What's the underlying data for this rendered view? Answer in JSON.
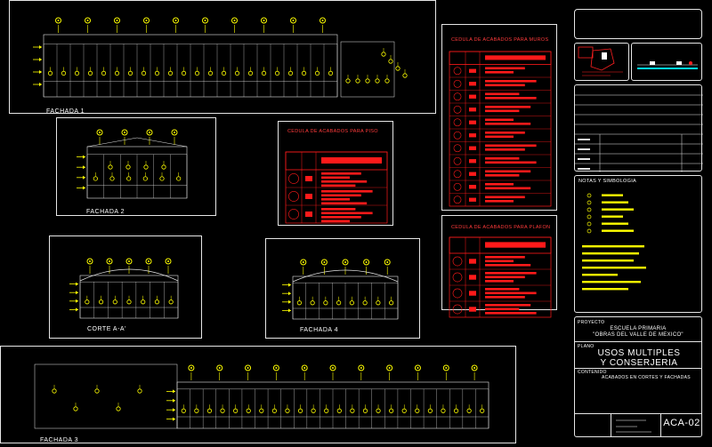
{
  "drawing": {
    "views": {
      "fachada1": "FACHADA 1",
      "fachada2": "FACHADA 2",
      "fachada3": "FACHADA 3",
      "fachada4": "FACHADA 4",
      "corte": "CORTE A-A'"
    },
    "schedules": {
      "piso": "CEDULA DE ACABADOS PARA PISO",
      "muros": "CEDULA DE ACABADOS PARA MUROS",
      "plafon": "CEDULA DE ACABADOS PARA PLAFON"
    }
  },
  "titleblock": {
    "notes_label": "NOTAS Y SIMBOLOGIA",
    "proyecto_label": "PROYECTO",
    "proyecto_line1": "ESCUELA PRIMARIA",
    "proyecto_line2": "\"OBRAS DEL VALLE DE MEXICO\"",
    "plano_label": "PLANO",
    "plano_line1": "USOS MULTIPLES",
    "plano_line2": "Y CONSERJERIA",
    "contenido_label": "CONTENIDO",
    "contenido_text": "ACABADOS EN CORTES Y FACHADAS",
    "sheet_id": "ACA-02"
  },
  "colors": {
    "background": "#000000",
    "line": "#e6e6e6",
    "marker": "#ffff00",
    "schedule": "#ff0000"
  }
}
